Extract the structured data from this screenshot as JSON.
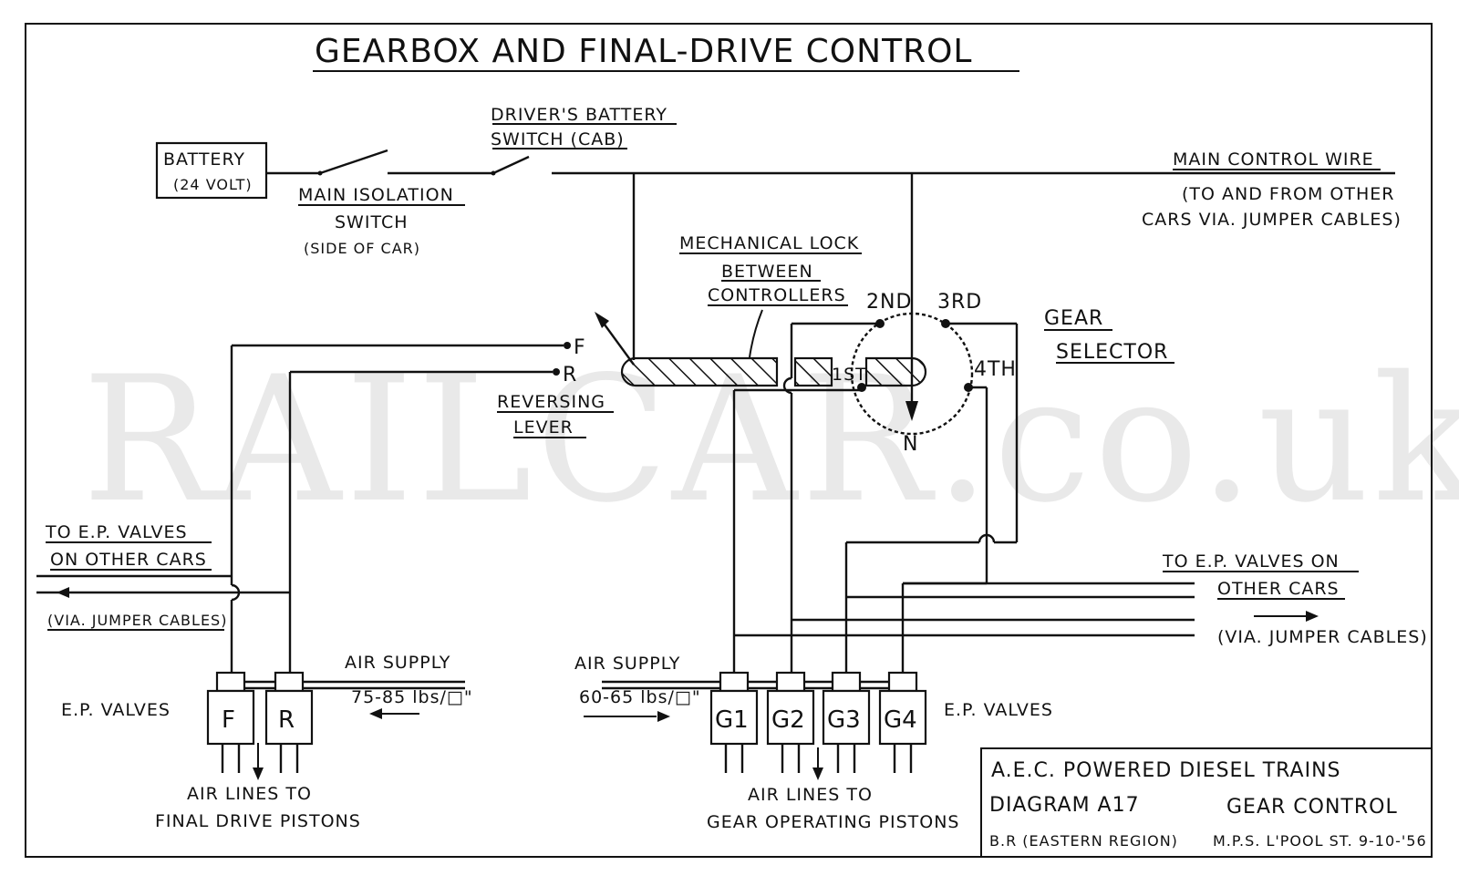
{
  "title": "GEARBOX AND FINAL-DRIVE CONTROL",
  "watermark": "RAILCAR.co.uk",
  "labels": {
    "battery": "BATTERY",
    "battery_voltage": "(24 VOLT)",
    "drivers_switch_1": "DRIVER'S BATTERY",
    "drivers_switch_2": "SWITCH (CAB)",
    "main_isolation_1": "MAIN ISOLATION",
    "main_isolation_2": "SWITCH",
    "main_isolation_3": "(SIDE OF CAR)",
    "main_control_1": "MAIN CONTROL WIRE",
    "main_control_2": "(TO AND FROM OTHER",
    "main_control_3": "CARS VIA. JUMPER CABLES)",
    "mech_lock_1": "MECHANICAL LOCK",
    "mech_lock_2": "BETWEEN",
    "mech_lock_3": "CONTROLLERS",
    "forward": "F",
    "reverse": "R",
    "reversing_1": "REVERSING",
    "reversing_2": "LEVER",
    "gear_2nd": "2ND",
    "gear_3rd": "3RD",
    "gear_1st": "1ST",
    "gear_4th": "4TH",
    "neutral": "N",
    "gear_selector_1": "GEAR",
    "gear_selector_2": "SELECTOR",
    "ep_other_left_1": "TO E.P. VALVES",
    "ep_other_left_2": "ON OTHER CARS",
    "ep_other_left_3": "(VIA. JUMPER CABLES)",
    "ep_other_right_1": "TO E.P. VALVES ON",
    "ep_other_right_2": "OTHER CARS",
    "ep_other_right_3": "(VIA. JUMPER CABLES)",
    "air_supply_left_1": "AIR SUPPLY",
    "air_supply_left_2": "75-85 lbs/□\"",
    "air_supply_right_1": "AIR SUPPLY",
    "air_supply_right_2": "60-65 lbs/□\"",
    "ep_valves_left": "E.P. VALVES",
    "ep_valves_right": "E.P. VALVES",
    "valve_f": "F",
    "valve_r": "R",
    "valve_g1": "G1",
    "valve_g2": "G2",
    "valve_g3": "G3",
    "valve_g4": "G4",
    "air_lines_fd_1": "AIR LINES TO",
    "air_lines_fd_2": "FINAL DRIVE PISTONS",
    "air_lines_gear_1": "AIR LINES TO",
    "air_lines_gear_2": "GEAR OPERATING PISTONS"
  },
  "title_block": {
    "line1": "A.E.C. POWERED DIESEL TRAINS",
    "diagram_no": "DIAGRAM A17",
    "subject": "GEAR CONTROL",
    "region": "B.R (EASTERN REGION)",
    "drawn": "M.P.S. L'POOL ST. 9-10-'56"
  }
}
